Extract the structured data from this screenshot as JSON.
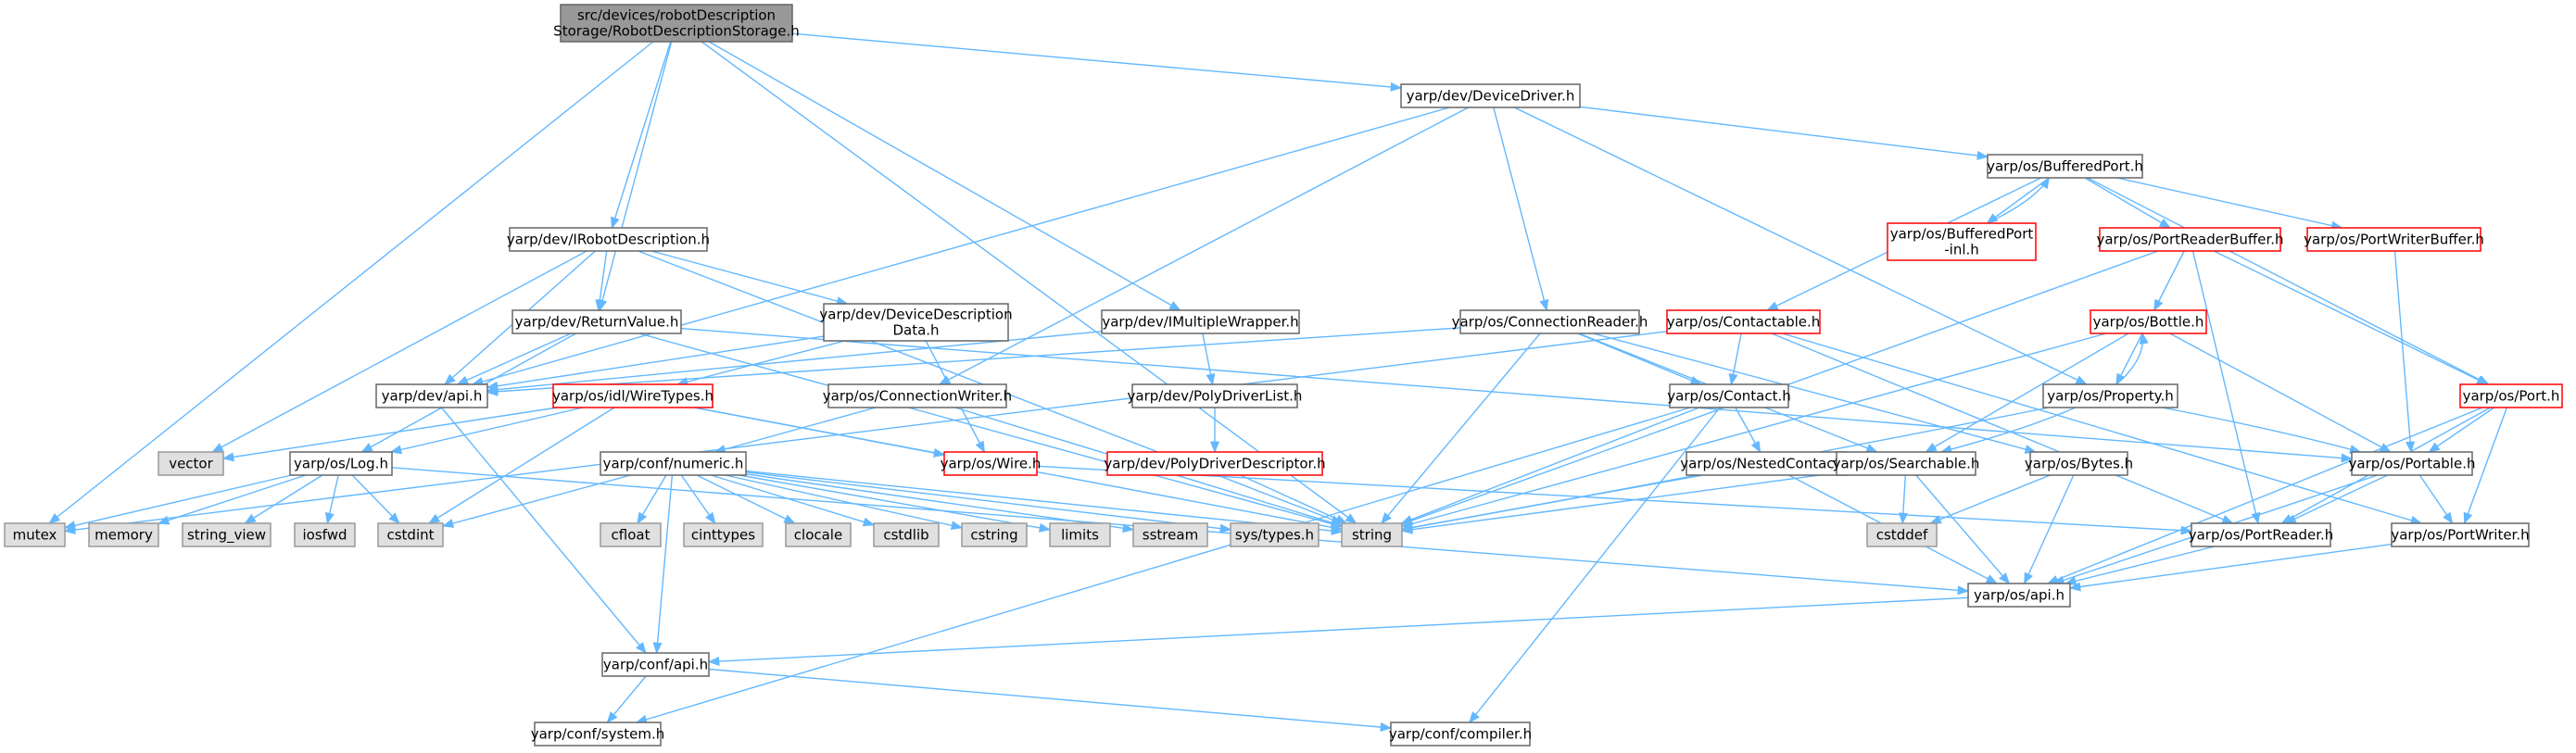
{
  "colors": {
    "edge": "#63b8ff",
    "root_fill": "#999999",
    "root_border": "#666666",
    "node_fill": "#ffffff",
    "node_border": "#666666",
    "truncated_border": "#ff0000",
    "system_fill": "#e0e0e0",
    "system_border": "#999999"
  },
  "nodes": [
    {
      "id": "root",
      "kind": "root",
      "lines": [
        "src/devices/robotDescription",
        "Storage/RobotDescriptionStorage.h"
      ]
    },
    {
      "id": "devicedriver",
      "kind": "header",
      "lines": [
        "yarp/dev/DeviceDriver.h"
      ]
    },
    {
      "id": "irobotdesc",
      "kind": "header",
      "lines": [
        "yarp/dev/IRobotDescription.h"
      ]
    },
    {
      "id": "returnvalue",
      "kind": "header",
      "lines": [
        "yarp/dev/ReturnValue.h"
      ]
    },
    {
      "id": "devicedescdata",
      "kind": "header",
      "lines": [
        "yarp/dev/DeviceDescription",
        "Data.h"
      ]
    },
    {
      "id": "imultiplewrapper",
      "kind": "header",
      "lines": [
        "yarp/dev/IMultipleWrapper.h"
      ]
    },
    {
      "id": "devapi",
      "kind": "header",
      "lines": [
        "yarp/dev/api.h"
      ]
    },
    {
      "id": "wiretypes",
      "kind": "truncated",
      "lines": [
        "yarp/os/idl/WireTypes.h"
      ]
    },
    {
      "id": "log",
      "kind": "header",
      "lines": [
        "yarp/os/Log.h"
      ]
    },
    {
      "id": "connectionwriter",
      "kind": "header",
      "lines": [
        "yarp/os/ConnectionWriter.h"
      ]
    },
    {
      "id": "polydriverlist",
      "kind": "header",
      "lines": [
        "yarp/dev/PolyDriverList.h"
      ]
    },
    {
      "id": "polydriverdesc",
      "kind": "truncated",
      "lines": [
        "yarp/dev/PolyDriverDescriptor.h"
      ]
    },
    {
      "id": "numeric",
      "kind": "header",
      "lines": [
        "yarp/conf/numeric.h"
      ]
    },
    {
      "id": "wire",
      "kind": "truncated",
      "lines": [
        "yarp/os/Wire.h"
      ]
    },
    {
      "id": "connectionreader",
      "kind": "header",
      "lines": [
        "yarp/os/ConnectionReader.h"
      ]
    },
    {
      "id": "contactable",
      "kind": "truncated",
      "lines": [
        "yarp/os/Contactable.h"
      ]
    },
    {
      "id": "contact",
      "kind": "header",
      "lines": [
        "yarp/os/Contact.h"
      ]
    },
    {
      "id": "nestedcontact",
      "kind": "header",
      "lines": [
        "yarp/os/NestedContact.h"
      ]
    },
    {
      "id": "bufferedport",
      "kind": "header",
      "lines": [
        "yarp/os/BufferedPort.h"
      ]
    },
    {
      "id": "bufferedportinl",
      "kind": "truncated",
      "lines": [
        "yarp/os/BufferedPort",
        "-inl.h"
      ]
    },
    {
      "id": "portreaderbuffer",
      "kind": "truncated",
      "lines": [
        "yarp/os/PortReaderBuffer.h"
      ]
    },
    {
      "id": "portwriterbuffer",
      "kind": "truncated",
      "lines": [
        "yarp/os/PortWriterBuffer.h"
      ]
    },
    {
      "id": "bottle",
      "kind": "truncated",
      "lines": [
        "yarp/os/Bottle.h"
      ]
    },
    {
      "id": "property",
      "kind": "header",
      "lines": [
        "yarp/os/Property.h"
      ]
    },
    {
      "id": "searchable",
      "kind": "header",
      "lines": [
        "yarp/os/Searchable.h"
      ]
    },
    {
      "id": "bytes",
      "kind": "header",
      "lines": [
        "yarp/os/Bytes.h"
      ]
    },
    {
      "id": "port",
      "kind": "truncated",
      "lines": [
        "yarp/os/Port.h"
      ]
    },
    {
      "id": "portable",
      "kind": "header",
      "lines": [
        "yarp/os/Portable.h"
      ]
    },
    {
      "id": "portreader",
      "kind": "header",
      "lines": [
        "yarp/os/PortReader.h"
      ]
    },
    {
      "id": "portwriter",
      "kind": "header",
      "lines": [
        "yarp/os/PortWriter.h"
      ]
    },
    {
      "id": "osapi",
      "kind": "header",
      "lines": [
        "yarp/os/api.h"
      ]
    },
    {
      "id": "confapi",
      "kind": "header",
      "lines": [
        "yarp/conf/api.h"
      ]
    },
    {
      "id": "system",
      "kind": "header",
      "lines": [
        "yarp/conf/system.h"
      ]
    },
    {
      "id": "compiler",
      "kind": "header",
      "lines": [
        "yarp/conf/compiler.h"
      ]
    },
    {
      "id": "vector",
      "kind": "system",
      "lines": [
        "vector"
      ]
    },
    {
      "id": "mutex",
      "kind": "system",
      "lines": [
        "mutex"
      ]
    },
    {
      "id": "memory",
      "kind": "system",
      "lines": [
        "memory"
      ]
    },
    {
      "id": "string_view",
      "kind": "system",
      "lines": [
        "string_view"
      ]
    },
    {
      "id": "iosfwd",
      "kind": "system",
      "lines": [
        "iosfwd"
      ]
    },
    {
      "id": "cstdint",
      "kind": "system",
      "lines": [
        "cstdint"
      ]
    },
    {
      "id": "cfloat",
      "kind": "system",
      "lines": [
        "cfloat"
      ]
    },
    {
      "id": "cinttypes",
      "kind": "system",
      "lines": [
        "cinttypes"
      ]
    },
    {
      "id": "clocale",
      "kind": "system",
      "lines": [
        "clocale"
      ]
    },
    {
      "id": "cstdlib",
      "kind": "system",
      "lines": [
        "cstdlib"
      ]
    },
    {
      "id": "cstring",
      "kind": "system",
      "lines": [
        "cstring"
      ]
    },
    {
      "id": "limits",
      "kind": "system",
      "lines": [
        "limits"
      ]
    },
    {
      "id": "sstream",
      "kind": "system",
      "lines": [
        "sstream"
      ]
    },
    {
      "id": "systypes",
      "kind": "system",
      "lines": [
        "sys/types.h"
      ]
    },
    {
      "id": "string",
      "kind": "system",
      "lines": [
        "string"
      ]
    },
    {
      "id": "cstddef",
      "kind": "system",
      "lines": [
        "cstddef"
      ]
    }
  ],
  "edges": [
    [
      "root",
      "devicedriver"
    ],
    [
      "root",
      "irobotdesc"
    ],
    [
      "root",
      "returnvalue"
    ],
    [
      "root",
      "imultiplewrapper"
    ],
    [
      "root",
      "mutex"
    ],
    [
      "root",
      "string"
    ],
    [
      "devicedriver",
      "devapi"
    ],
    [
      "devicedriver",
      "connectionwriter"
    ],
    [
      "devicedriver",
      "connectionreader"
    ],
    [
      "devicedriver",
      "property"
    ],
    [
      "devicedriver",
      "bufferedport"
    ],
    [
      "irobotdesc",
      "returnvalue"
    ],
    [
      "irobotdesc",
      "devicedescdata"
    ],
    [
      "irobotdesc",
      "devapi"
    ],
    [
      "irobotdesc",
      "vector"
    ],
    [
      "irobotdesc",
      "string"
    ],
    [
      "returnvalue",
      "devapi"
    ],
    [
      "returnvalue",
      "log"
    ],
    [
      "returnvalue",
      "portable"
    ],
    [
      "returnvalue",
      "string"
    ],
    [
      "devicedescdata",
      "devapi"
    ],
    [
      "devicedescdata",
      "wiretypes"
    ],
    [
      "devicedescdata",
      "wire"
    ],
    [
      "imultiplewrapper",
      "devapi"
    ],
    [
      "imultiplewrapper",
      "polydriverlist"
    ],
    [
      "devapi",
      "confapi"
    ],
    [
      "wiretypes",
      "log"
    ],
    [
      "wiretypes",
      "wire"
    ],
    [
      "wiretypes",
      "vector"
    ],
    [
      "wiretypes",
      "cstdint"
    ],
    [
      "wiretypes",
      "string"
    ],
    [
      "log",
      "osapi"
    ],
    [
      "log",
      "cstdint"
    ],
    [
      "log",
      "mutex"
    ],
    [
      "log",
      "memory"
    ],
    [
      "log",
      "string_view"
    ],
    [
      "log",
      "iosfwd"
    ],
    [
      "connectionwriter",
      "numeric"
    ],
    [
      "connectionwriter",
      "string"
    ],
    [
      "polydriverlist",
      "polydriverdesc"
    ],
    [
      "polydriverdesc",
      "string"
    ],
    [
      "numeric",
      "confapi"
    ],
    [
      "numeric",
      "cstdint"
    ],
    [
      "numeric",
      "cfloat"
    ],
    [
      "numeric",
      "cinttypes"
    ],
    [
      "numeric",
      "clocale"
    ],
    [
      "numeric",
      "cstdlib"
    ],
    [
      "numeric",
      "cstring"
    ],
    [
      "numeric",
      "limits"
    ],
    [
      "numeric",
      "sstream"
    ],
    [
      "numeric",
      "systypes"
    ],
    [
      "numeric",
      "string"
    ],
    [
      "wire",
      "portreader"
    ],
    [
      "connectionreader",
      "contact"
    ],
    [
      "connectionreader",
      "searchable"
    ],
    [
      "connectionreader",
      "bytes"
    ],
    [
      "connectionreader",
      "devapi"
    ],
    [
      "connectionreader",
      "string"
    ],
    [
      "contactable",
      "contact"
    ],
    [
      "contactable",
      "mutex"
    ],
    [
      "contactable",
      "portreader"
    ],
    [
      "contactable",
      "portwriter"
    ],
    [
      "contact",
      "nestedcontact"
    ],
    [
      "contact",
      "string"
    ],
    [
      "contact",
      "compiler"
    ],
    [
      "contact",
      "system"
    ],
    [
      "nestedcontact",
      "osapi"
    ],
    [
      "nestedcontact",
      "string"
    ],
    [
      "bufferedport",
      "bufferedportinl"
    ],
    [
      "bufferedport",
      "portreaderbuffer"
    ],
    [
      "bufferedport",
      "portwriterbuffer"
    ],
    [
      "bufferedport",
      "contactable"
    ],
    [
      "bufferedport",
      "port"
    ],
    [
      "bufferedportinl",
      "bufferedport"
    ],
    [
      "portreaderbuffer",
      "bottle"
    ],
    [
      "portreaderbuffer",
      "port"
    ],
    [
      "portreaderbuffer",
      "portreader"
    ],
    [
      "portreaderbuffer",
      "string"
    ],
    [
      "portwriterbuffer",
      "portable"
    ],
    [
      "bottle",
      "property"
    ],
    [
      "bottle",
      "searchable"
    ],
    [
      "bottle",
      "portable"
    ],
    [
      "bottle",
      "string"
    ],
    [
      "property",
      "bottle"
    ],
    [
      "property",
      "searchable"
    ],
    [
      "property",
      "portable"
    ],
    [
      "property",
      "string"
    ],
    [
      "searchable",
      "osapi"
    ],
    [
      "searchable",
      "cstddef"
    ],
    [
      "searchable",
      "string"
    ],
    [
      "bytes",
      "osapi"
    ],
    [
      "bytes",
      "cstddef"
    ],
    [
      "port",
      "portable"
    ],
    [
      "port",
      "portreader"
    ],
    [
      "port",
      "portwriter"
    ],
    [
      "port",
      "osapi"
    ],
    [
      "portable",
      "portreader"
    ],
    [
      "portable",
      "portwriter"
    ],
    [
      "portable",
      "osapi"
    ],
    [
      "portreader",
      "osapi"
    ],
    [
      "portwriter",
      "osapi"
    ],
    [
      "osapi",
      "confapi"
    ],
    [
      "confapi",
      "system"
    ],
    [
      "confapi",
      "compiler"
    ]
  ]
}
